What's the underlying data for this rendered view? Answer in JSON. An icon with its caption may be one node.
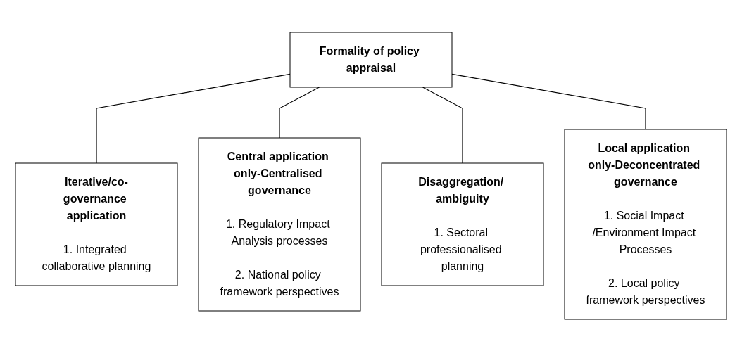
{
  "diagram": {
    "nodes": [
      {
        "text": [
          "Formality of policy appraisal"
        ]
      },
      {
        "text": [
          "Iterative/co-governance application",
          "1. Integrated collaborative planning"
        ]
      },
      {
        "text": [
          "Central application only-Centralised governance",
          "1. Regulatory Impact Analysis processes",
          "2. National policy framework perspectives"
        ]
      },
      {
        "text": [
          "Disaggregation/ ambiguity",
          "1. Sectoral professionalised planning"
        ]
      },
      {
        "text": [
          "Local application only-Deconcentrated governance",
          "1. Social Impact /Environment Impact Processes",
          "2. Local policy framework perspectives"
        ]
      }
    ],
    "edges": [
      {
        "from": 0,
        "to": 1,
        "arrow": "none"
      },
      {
        "from": 0,
        "to": 2,
        "arrow": "none"
      },
      {
        "from": 0,
        "to": 3,
        "arrow": "none"
      },
      {
        "from": 0,
        "to": 4,
        "arrow": "none"
      }
    ]
  }
}
